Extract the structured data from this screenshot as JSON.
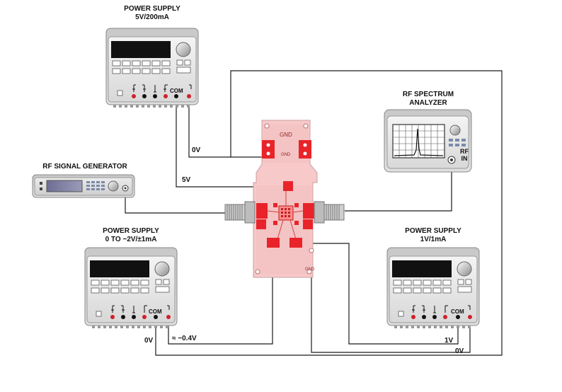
{
  "instruments": {
    "psu_top": {
      "title": "POWER SUPPLY",
      "subtitle": "5V/200mA",
      "com_label": "COM"
    },
    "psu_left": {
      "title": "POWER SUPPLY",
      "subtitle": "0 TO −2V/±1mA",
      "com_label": "COM"
    },
    "psu_right": {
      "title": "POWER SUPPLY",
      "subtitle": "1V/1mA",
      "com_label": "COM"
    },
    "spectrum_analyzer": {
      "title": "RF SPECTRUM",
      "subtitle": "ANALYZER",
      "port_label_1": "RF",
      "port_label_2": "IN"
    },
    "signal_generator": {
      "title": "RF SIGNAL GENERATOR"
    }
  },
  "wire_labels": {
    "top_0v": "0V",
    "top_5v": "5V",
    "left_0v": "0V",
    "left_bias": "≈ −0.4V",
    "right_1v": "1V",
    "right_0v": "0V"
  },
  "board": {
    "gnd_top": "GND",
    "gnd_mid": "GND",
    "gnd_bottom": "GND"
  },
  "colors": {
    "board_fill": "#f7c9c9",
    "board_outline": "#c9a0a0",
    "pad_red": "#e8242a",
    "wire": "#1a1a1a",
    "instrument_body": "#e6e6e6",
    "display_black": "#111111",
    "jack_red": "#d0202a"
  },
  "icons": {
    "power_supply": "bench-power-supply-icon",
    "spectrum_analyzer": "spectrum-analyzer-icon",
    "signal_generator": "signal-generator-icon",
    "sma_connector": "sma-connector-icon"
  }
}
